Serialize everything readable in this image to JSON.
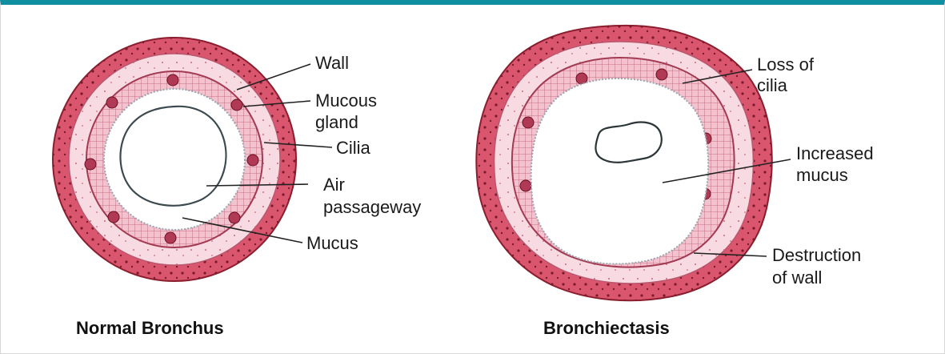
{
  "normal": {
    "wall": "Wall",
    "mucous_gland_1": "Mucous",
    "mucous_gland_2": "gland",
    "cilia": "Cilia",
    "air_1": "Air",
    "air_2": "passageway",
    "mucus": "Mucus",
    "caption": "Normal Bronchus"
  },
  "disease": {
    "loss_1": "Loss of",
    "loss_2": "cilia",
    "increased_1": "Increased",
    "increased_2": "mucus",
    "destruction_1": "Destruction",
    "destruction_2": "of wall",
    "caption": "Bronchiectasis"
  },
  "colors": {
    "outer_wall": "#d9566e",
    "wall_dots": "#8b1e2e",
    "pale_layer": "#f8dbe2",
    "cilia_band": "#e9a3b4",
    "mucus": "#ffffff",
    "frame_top": "#0f8fa0"
  }
}
